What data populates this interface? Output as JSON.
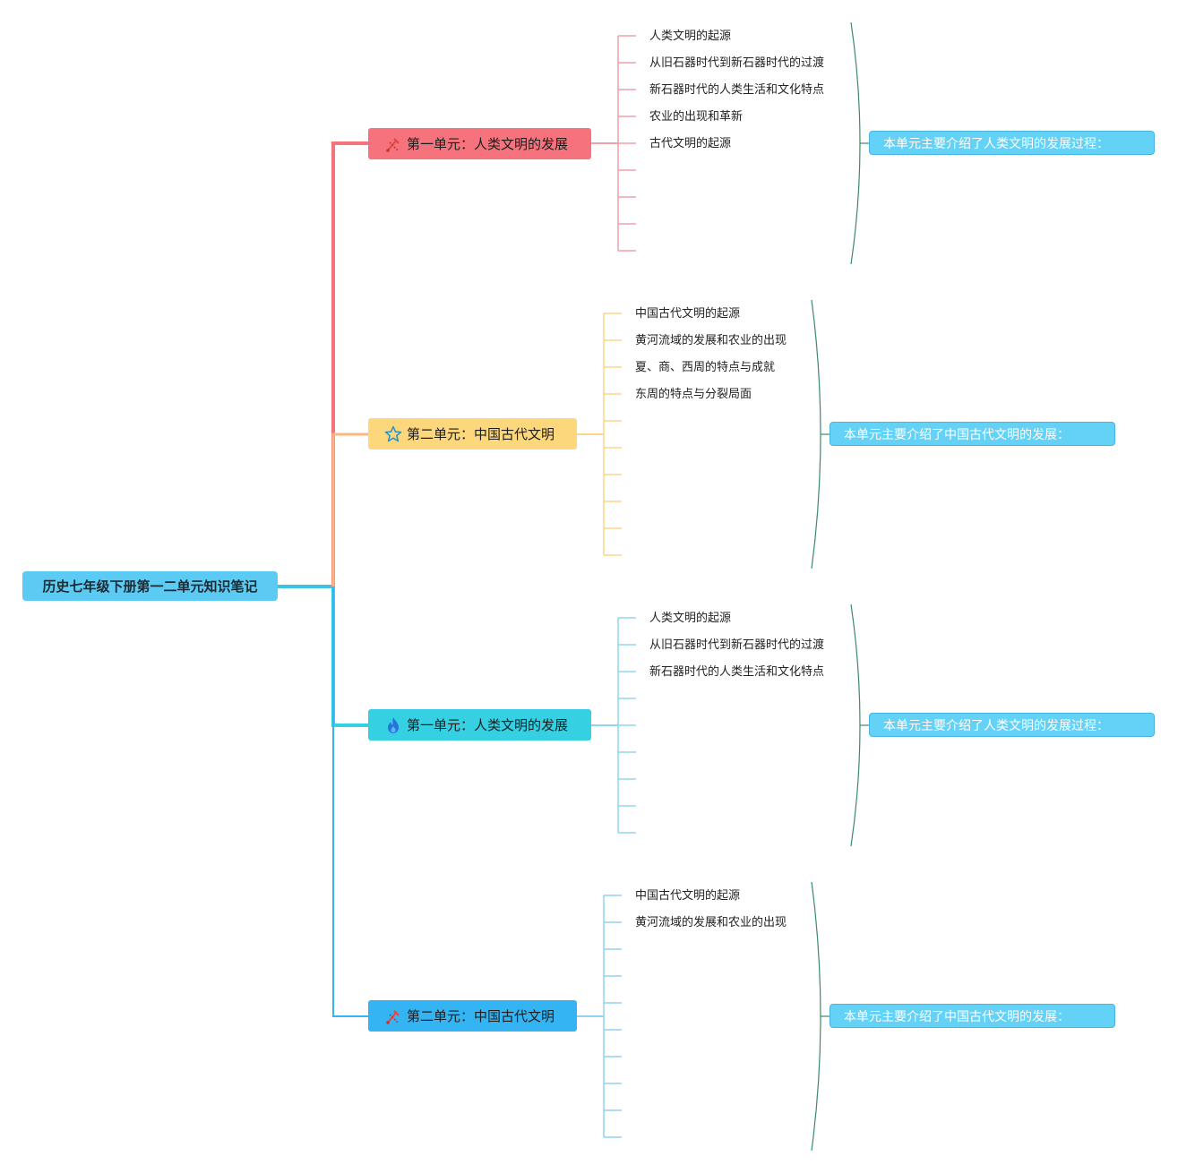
{
  "root": {
    "label": "历史七年级下册第一二单元知识笔记"
  },
  "branches": [
    {
      "label": "第一单元：人类文明的发展",
      "icon": "tools-icon",
      "color": "#f6737d",
      "leaves": [
        "人类文明的起源",
        "从旧石器时代到新石器时代的过渡",
        "新石器时代的人类生活和文化特点",
        "农业的出现和革新",
        "古代文明的起源"
      ],
      "summary": "本单元主要介绍了人类文明的发展过程："
    },
    {
      "label": "第二单元：中国古代文明",
      "icon": "star-icon",
      "color": "#fdd77b",
      "leaves": [
        "中国古代文明的起源",
        "黄河流域的发展和农业的出现",
        "夏、商、西周的特点与成就",
        "东周的特点与分裂局面"
      ],
      "summary": "本单元主要介绍了中国古代文明的发展："
    },
    {
      "label": "第一单元：人类文明的发展",
      "icon": "flame-icon",
      "color": "#36d0e3",
      "leaves": [
        "人类文明的起源",
        "从旧石器时代到新石器时代的过渡",
        "新石器时代的人类生活和文化特点"
      ],
      "summary": "本单元主要介绍了人类文明的发展过程："
    },
    {
      "label": "第二单元：中国古代文明",
      "icon": "tools-icon",
      "color": "#34b4f2",
      "leaves": [
        "中国古代文明的起源",
        "黄河流域的发展和农业的出现"
      ],
      "summary": "本单元主要介绍了中国古代文明的发展："
    }
  ]
}
